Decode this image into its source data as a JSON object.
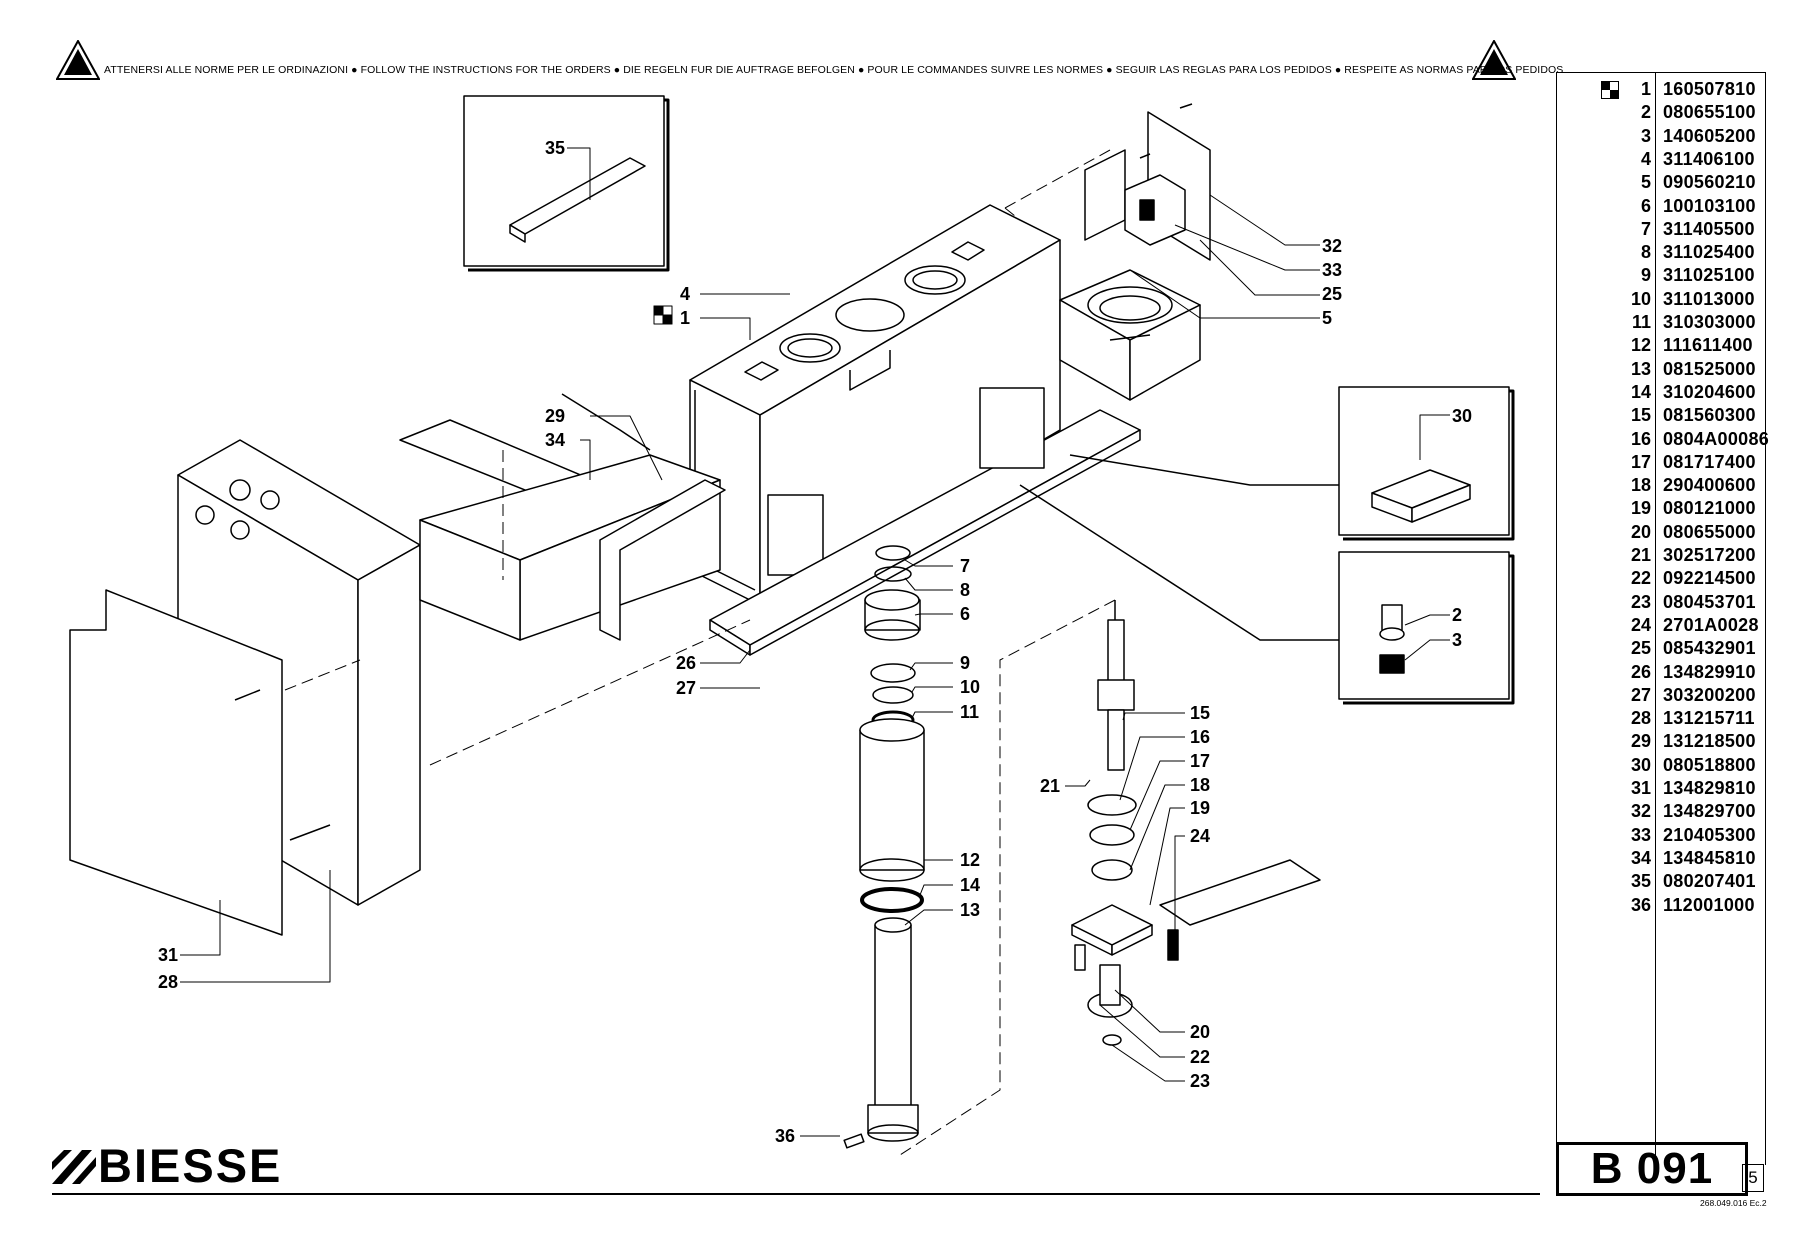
{
  "header": {
    "warning_text": "ATTENERSI ALLE NORME PER LE ORDINAZIONI  ●  FOLLOW THE INSTRUCTIONS FOR THE ORDERS  ●  DIE REGELN FUR DIE AUFTRAGE BEFOLGEN  ●  POUR LE COMMANDES SUIVRE LES NORMES  ●  SEGUIR LAS REGLAS PARA LOS PEDIDOS  ●  RESPEITE AS NORMAS PARA OS PEDIDOS"
  },
  "callouts": [
    "1",
    "2",
    "3",
    "4",
    "5",
    "6",
    "7",
    "8",
    "9",
    "10",
    "11",
    "12",
    "13",
    "14",
    "15",
    "16",
    "17",
    "18",
    "19",
    "20",
    "21",
    "22",
    "23",
    "24",
    "25",
    "26",
    "27",
    "28",
    "29",
    "30",
    "31",
    "32",
    "33",
    "34",
    "35",
    "36"
  ],
  "parts": [
    {
      "num": "1",
      "code": "160507810",
      "marked": true
    },
    {
      "num": "2",
      "code": "080655100"
    },
    {
      "num": "3",
      "code": "140605200"
    },
    {
      "num": "4",
      "code": "311406100"
    },
    {
      "num": "5",
      "code": "090560210"
    },
    {
      "num": "6",
      "code": "100103100"
    },
    {
      "num": "7",
      "code": "311405500"
    },
    {
      "num": "8",
      "code": "311025400"
    },
    {
      "num": "9",
      "code": "311025100"
    },
    {
      "num": "10",
      "code": "311013000"
    },
    {
      "num": "11",
      "code": "310303000"
    },
    {
      "num": "12",
      "code": "111611400"
    },
    {
      "num": "13",
      "code": "081525000"
    },
    {
      "num": "14",
      "code": "310204600"
    },
    {
      "num": "15",
      "code": "081560300"
    },
    {
      "num": "16",
      "code": "0804A00086"
    },
    {
      "num": "17",
      "code": "081717400"
    },
    {
      "num": "18",
      "code": "290400600"
    },
    {
      "num": "19",
      "code": "080121000"
    },
    {
      "num": "20",
      "code": "080655000"
    },
    {
      "num": "21",
      "code": "302517200"
    },
    {
      "num": "22",
      "code": "092214500"
    },
    {
      "num": "23",
      "code": "080453701"
    },
    {
      "num": "24",
      "code": "2701A0028"
    },
    {
      "num": "25",
      "code": "085432901"
    },
    {
      "num": "26",
      "code": "134829910"
    },
    {
      "num": "27",
      "code": "303200200"
    },
    {
      "num": "28",
      "code": "131215711"
    },
    {
      "num": "29",
      "code": "131218500"
    },
    {
      "num": "30",
      "code": "080518800"
    },
    {
      "num": "31",
      "code": "134829810"
    },
    {
      "num": "32",
      "code": "134829700"
    },
    {
      "num": "33",
      "code": "210405300"
    },
    {
      "num": "34",
      "code": "134845810"
    },
    {
      "num": "35",
      "code": "080207401"
    },
    {
      "num": "36",
      "code": "112001000"
    }
  ],
  "title_block": {
    "table_code": "B 091",
    "sheet": "5",
    "doc_code": "268.049.016 Ec.2",
    "brand": "BIESSE"
  }
}
